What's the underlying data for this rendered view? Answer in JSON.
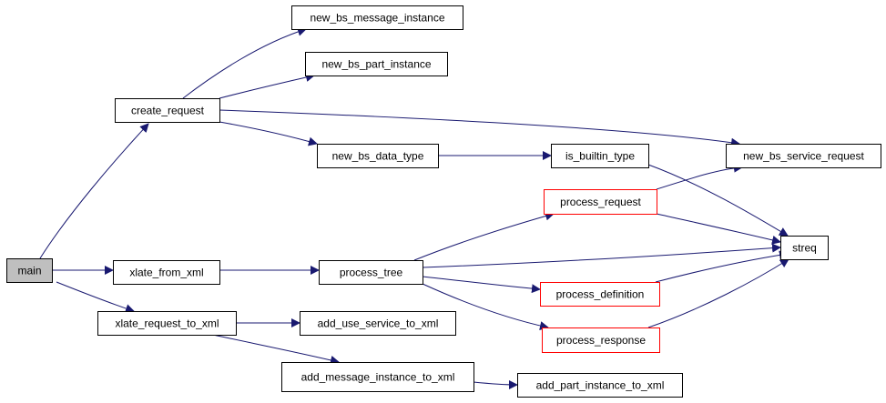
{
  "colors": {
    "edge": "#191970",
    "node_border": "#000000",
    "node_fill": "#ffffff",
    "highlight_fill": "#bfbfbf",
    "truncated_border": "#ff0000"
  },
  "nodes": [
    {
      "id": "main",
      "label": "main",
      "style": "highlight"
    },
    {
      "id": "create_request",
      "label": "create_request",
      "style": "normal"
    },
    {
      "id": "xlate_from_xml",
      "label": "xlate_from_xml",
      "style": "normal"
    },
    {
      "id": "xlate_request_to_xml",
      "label": "xlate_request_to_xml",
      "style": "normal"
    },
    {
      "id": "new_bs_message_instance",
      "label": "new_bs_message_instance",
      "style": "normal"
    },
    {
      "id": "new_bs_part_instance",
      "label": "new_bs_part_instance",
      "style": "normal"
    },
    {
      "id": "new_bs_data_type",
      "label": "new_bs_data_type",
      "style": "normal"
    },
    {
      "id": "is_builtin_type",
      "label": "is_builtin_type",
      "style": "normal"
    },
    {
      "id": "new_bs_service_request",
      "label": "new_bs_service_request",
      "style": "normal"
    },
    {
      "id": "process_tree",
      "label": "process_tree",
      "style": "normal"
    },
    {
      "id": "process_request",
      "label": "process_request",
      "style": "truncated"
    },
    {
      "id": "process_definition",
      "label": "process_definition",
      "style": "truncated"
    },
    {
      "id": "process_response",
      "label": "process_response",
      "style": "truncated"
    },
    {
      "id": "streq",
      "label": "streq",
      "style": "normal"
    },
    {
      "id": "add_use_service_to_xml",
      "label": "add_use_service_to_xml",
      "style": "normal"
    },
    {
      "id": "add_message_instance_to_xml",
      "label": "add_message_instance_to_xml",
      "style": "normal"
    },
    {
      "id": "add_part_instance_to_xml",
      "label": "add_part_instance_to_xml",
      "style": "normal"
    }
  ],
  "edges": [
    {
      "from": "main",
      "to": "create_request"
    },
    {
      "from": "main",
      "to": "xlate_from_xml"
    },
    {
      "from": "main",
      "to": "xlate_request_to_xml"
    },
    {
      "from": "create_request",
      "to": "new_bs_message_instance"
    },
    {
      "from": "create_request",
      "to": "new_bs_part_instance"
    },
    {
      "from": "create_request",
      "to": "new_bs_service_request"
    },
    {
      "from": "create_request",
      "to": "new_bs_data_type"
    },
    {
      "from": "new_bs_data_type",
      "to": "is_builtin_type"
    },
    {
      "from": "is_builtin_type",
      "to": "streq"
    },
    {
      "from": "xlate_from_xml",
      "to": "process_tree"
    },
    {
      "from": "process_tree",
      "to": "process_request"
    },
    {
      "from": "process_tree",
      "to": "streq"
    },
    {
      "from": "process_tree",
      "to": "process_definition"
    },
    {
      "from": "process_tree",
      "to": "process_response"
    },
    {
      "from": "process_request",
      "to": "new_bs_service_request"
    },
    {
      "from": "process_request",
      "to": "streq"
    },
    {
      "from": "process_definition",
      "to": "streq"
    },
    {
      "from": "process_response",
      "to": "streq"
    },
    {
      "from": "xlate_request_to_xml",
      "to": "add_use_service_to_xml"
    },
    {
      "from": "xlate_request_to_xml",
      "to": "add_message_instance_to_xml"
    },
    {
      "from": "add_message_instance_to_xml",
      "to": "add_part_instance_to_xml"
    }
  ]
}
